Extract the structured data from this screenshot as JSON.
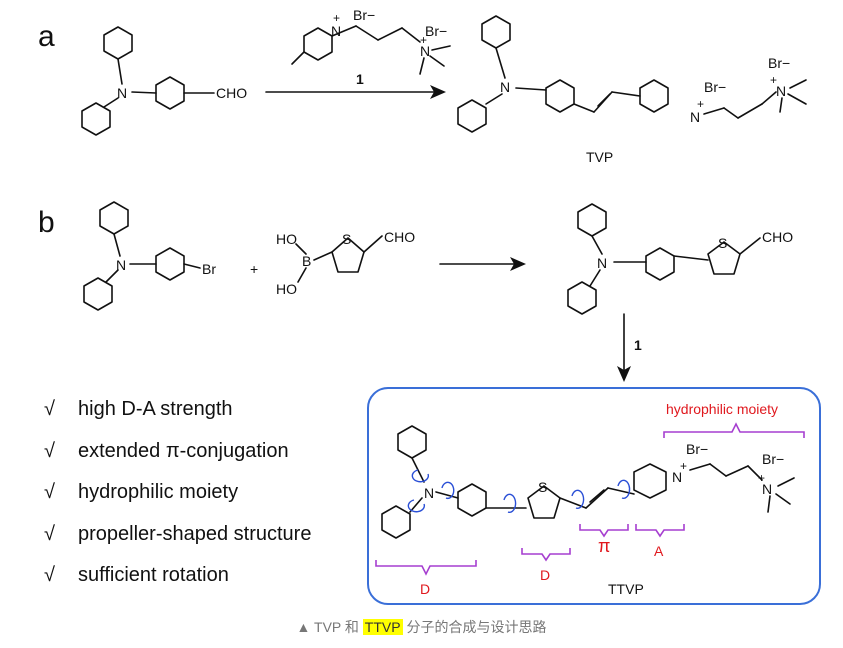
{
  "panels": {
    "a": "a",
    "b": "b"
  },
  "labels": {
    "cho": "CHO",
    "br": "Br",
    "brminus": "Br−",
    "n": "N",
    "nplus": "N",
    "plus": "+",
    "s": "S",
    "b": "B",
    "ho": "HO",
    "reagent": "1",
    "tvp": "TVP",
    "ttvp": "TTVP"
  },
  "annotations": {
    "hydrophilic": "hydrophilic moiety",
    "donor": "D",
    "pi": "π",
    "acceptor": "A"
  },
  "features": [
    "high D-A strength",
    "extended π-conjugation",
    "hydrophilic moiety",
    "propeller-shaped structure",
    "sufficient rotation"
  ],
  "check_symbol": "√",
  "caption": {
    "prefix": "▲ TVP 和 ",
    "highlight": "TTVP",
    "suffix": " 分子的合成与设计思路"
  },
  "colors": {
    "box": "#3a6fd8",
    "brace": "#a63fd0",
    "annotation": "#e0181e",
    "rotation": "#2a4fd6",
    "highlight": "#ffff00"
  }
}
